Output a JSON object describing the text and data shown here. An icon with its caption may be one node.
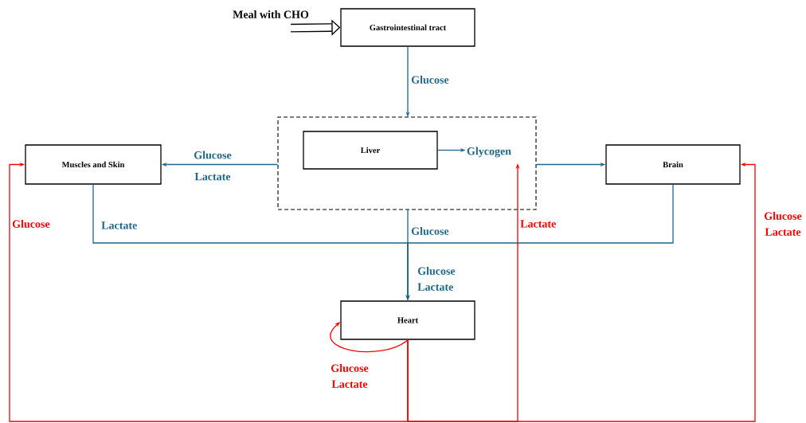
{
  "diagram": {
    "nodes": [
      {
        "text": [
          "Meal with CHO"
        ]
      },
      {
        "text": [
          "Gastrointestinal tract"
        ]
      },
      {
        "text": [],
        "shape": "box"
      },
      {
        "text": [
          "Liver"
        ],
        "in": 2
      },
      {
        "text": [
          "Glycogen"
        ],
        "in": 2
      },
      {
        "text": [
          "Muscles and Skin"
        ]
      },
      {
        "text": [
          "Brain"
        ]
      },
      {
        "text": [
          "Heart"
        ]
      }
    ],
    "edges": [
      {
        "from": 0,
        "to": 1,
        "arrow": "to",
        "style": "thick",
        "color": "#000000"
      },
      {
        "from": 1,
        "to": 2,
        "arrow": "to",
        "label": "Glucose",
        "color": "#1f6688"
      },
      {
        "from": 2,
        "to": 5,
        "arrow": "to",
        "label": "Glucose Lactate",
        "color": "#1f6688"
      },
      {
        "from": 3,
        "to": 4,
        "arrow": "to",
        "color": "#1f6688"
      },
      {
        "from": 2,
        "to": 6,
        "arrow": "to",
        "color": "#1f6688"
      },
      {
        "from": 2,
        "to": 7,
        "arrow": "to",
        "label": "Glucose",
        "color": "#1f6688"
      },
      {
        "from": 5,
        "to": 7,
        "arrow": "to",
        "label": "Lactate",
        "color": "#1f6688"
      },
      {
        "from": 6,
        "to": 7,
        "arrow": "to",
        "color": "#1f6688"
      },
      {
        "from": 7,
        "to": 7,
        "arrow": "to",
        "label": "Glucose Lactate",
        "color": "#ff0000"
      },
      {
        "from": 7,
        "to": 5,
        "arrow": "to",
        "label": "Glucose",
        "color": "#ff0000"
      },
      {
        "from": 7,
        "to": 4,
        "arrow": "to",
        "label": "Lactate",
        "color": "#ff0000"
      },
      {
        "from": 7,
        "to": 6,
        "arrow": "to",
        "label": "Glucose Lactate",
        "color": "#ff0000"
      }
    ],
    "labels": [
      "Glucose Lactate"
    ]
  }
}
